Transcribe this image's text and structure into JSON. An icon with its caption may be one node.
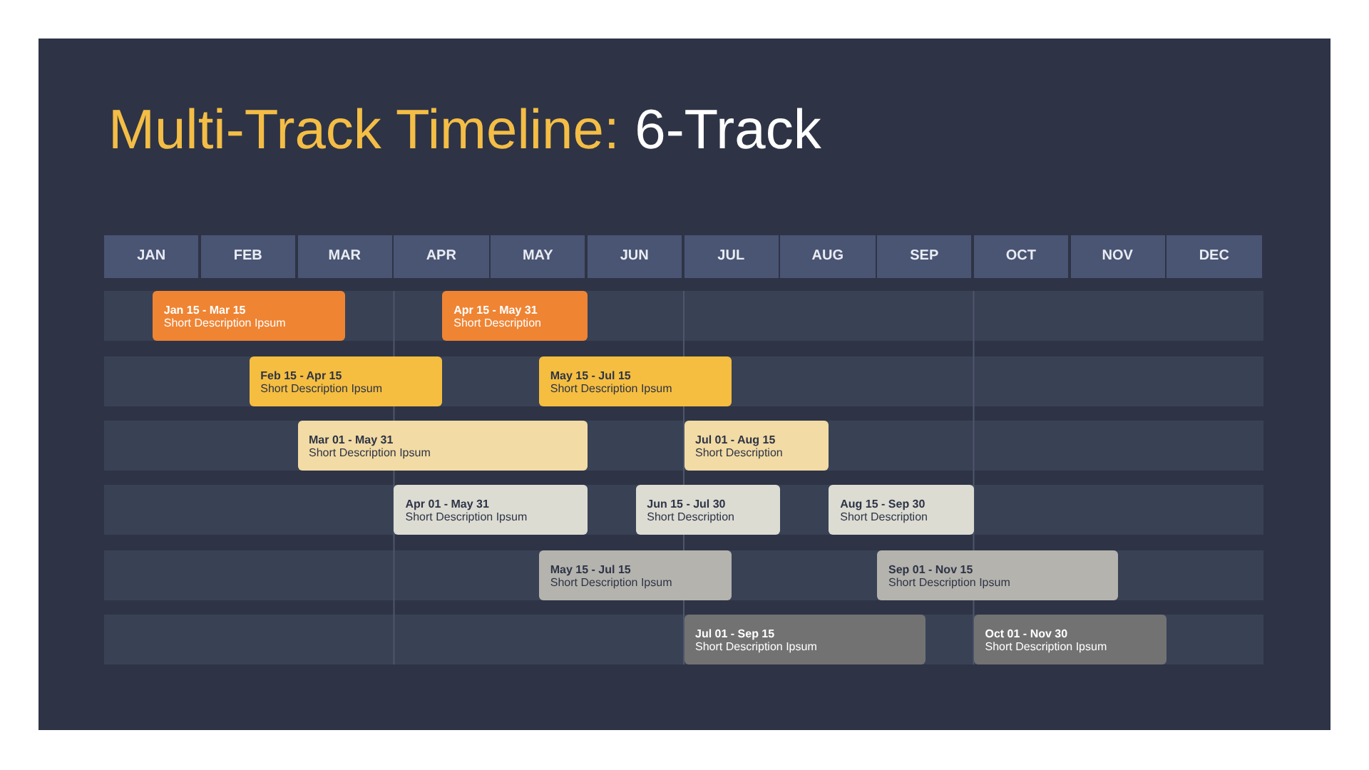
{
  "diagram": {
    "title": "Multi-Track Timeline: 6-Track",
    "nodes": [
      {
        "text": [
          "JAN"
        ]
      },
      {
        "text": [
          "FEB"
        ]
      },
      {
        "text": [
          "MAR"
        ]
      },
      {
        "text": [
          "APR"
        ]
      },
      {
        "text": [
          "MAY"
        ]
      },
      {
        "text": [
          "JUN"
        ]
      },
      {
        "text": [
          "JUL"
        ]
      },
      {
        "text": [
          "AUG"
        ]
      },
      {
        "text": [
          "SEP"
        ]
      },
      {
        "text": [
          "OCT"
        ]
      },
      {
        "text": [
          "NOV"
        ]
      },
      {
        "text": [
          "DEC"
        ]
      },
      {
        "text": [],
        "shape": "bar"
      },
      {
        "text": [
          "Jan 15 - Mar 15",
          "Short Description Ipsum"
        ],
        "in": 12
      },
      {
        "text": [
          "Apr 15 - May 31",
          "Short Description"
        ],
        "in": 12
      },
      {
        "text": [],
        "shape": "bar"
      },
      {
        "text": [
          "Feb 15 - Apr 15",
          "Short Description Ipsum"
        ],
        "in": 15
      },
      {
        "text": [
          "May 15 - Jul 15",
          "Short Description Ipsum"
        ],
        "in": 15
      },
      {
        "text": [],
        "shape": "bar"
      },
      {
        "text": [
          "Mar 01 - May 31",
          "Short Description Ipsum"
        ],
        "in": 18
      },
      {
        "text": [
          "Jul 01 - Aug 15",
          "Short Description"
        ],
        "in": 18
      },
      {
        "text": [],
        "shape": "bar"
      },
      {
        "text": [
          "Apr 01 - May 31",
          "Short Description Ipsum"
        ],
        "in": 21
      },
      {
        "text": [
          "Jun 15 - Jul 30",
          "Short Description"
        ],
        "in": 21
      },
      {
        "text": [
          "Aug 15 - Sep 30",
          "Short Description"
        ],
        "in": 21
      },
      {
        "text": [],
        "shape": "bar"
      },
      {
        "text": [
          "May 15 - Jul 15",
          "Short Description Ipsum"
        ],
        "in": 25
      },
      {
        "text": [
          "Sep 01 - Nov 15",
          "Short Description Ipsum"
        ],
        "in": 25
      },
      {
        "text": [],
        "shape": "bar"
      },
      {
        "text": [
          "Jul 01 - Sep 15",
          "Short Description Ipsum"
        ],
        "in": 28
      },
      {
        "text": [
          "Oct 01 - Nov 30",
          "Short Description Ipsum"
        ],
        "in": 28
      }
    ]
  }
}
